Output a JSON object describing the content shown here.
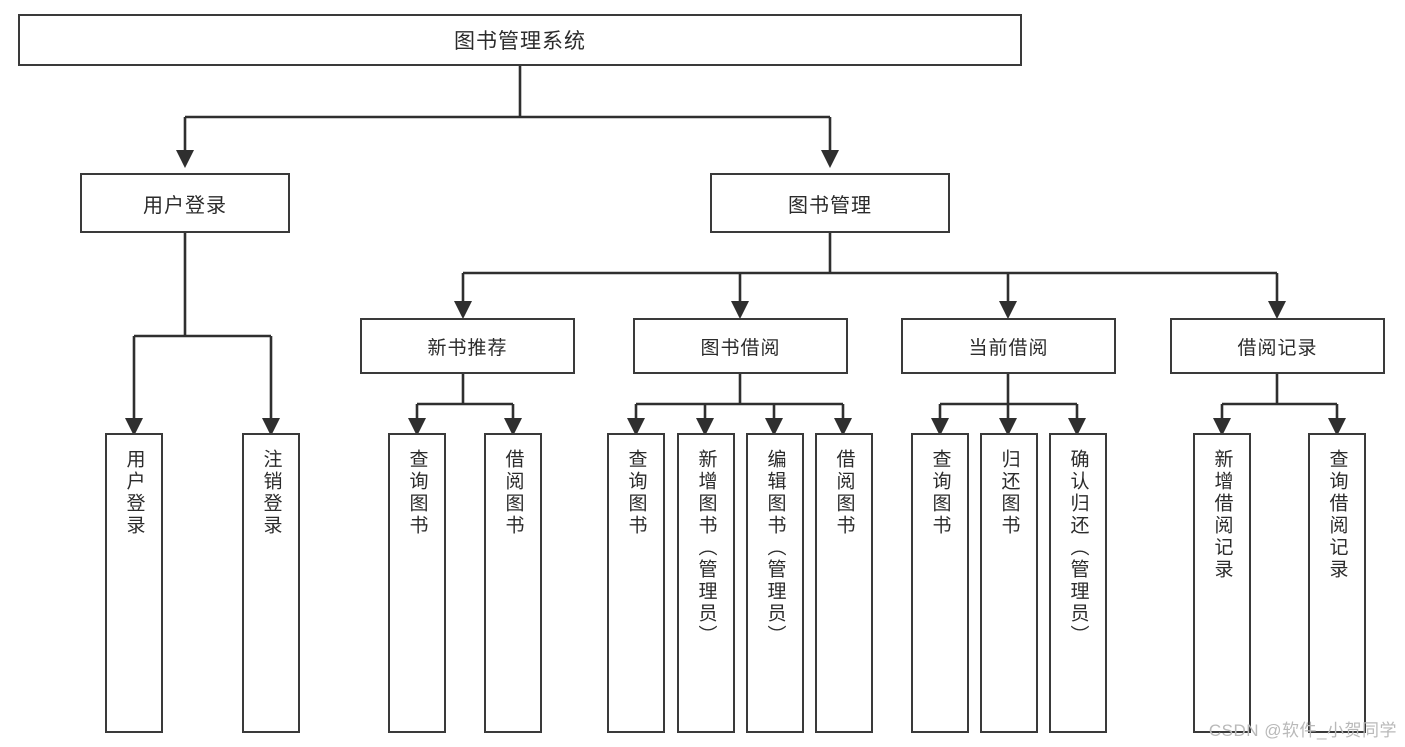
{
  "diagram": {
    "title": "图书管理系统",
    "watermark": "CSDN @软件_小贺同学",
    "type": "tree-hierarchy",
    "colors": {
      "box_border": "#3a3a3a",
      "box_fill": "#ffffff",
      "edge": "#2f2f2f",
      "text": "#2b2b2b",
      "watermark": "#b9b9b9"
    },
    "root": {
      "label": "图书管理系统"
    },
    "level2": [
      {
        "label": "用户登录"
      },
      {
        "label": "图书管理"
      }
    ],
    "level3": [
      {
        "label": "新书推荐"
      },
      {
        "label": "图书借阅"
      },
      {
        "label": "当前借阅"
      },
      {
        "label": "借阅记录"
      }
    ],
    "leaves": {
      "user_login": [
        {
          "label": "用户登录"
        },
        {
          "label": "注销登录"
        }
      ],
      "new_book": [
        {
          "label": "查询图书"
        },
        {
          "label": "借阅图书"
        }
      ],
      "book_borrow": [
        {
          "label": "查询图书"
        },
        {
          "label": "新增图书（管理员）"
        },
        {
          "label": "编辑图书（管理员）"
        },
        {
          "label": "借阅图书"
        }
      ],
      "current_borrow": [
        {
          "label": "查询图书"
        },
        {
          "label": "归还图书"
        },
        {
          "label": "确认归还（管理员）"
        }
      ],
      "borrow_record": [
        {
          "label": "新增借阅记录"
        },
        {
          "label": "查询借阅记录"
        }
      ]
    }
  }
}
